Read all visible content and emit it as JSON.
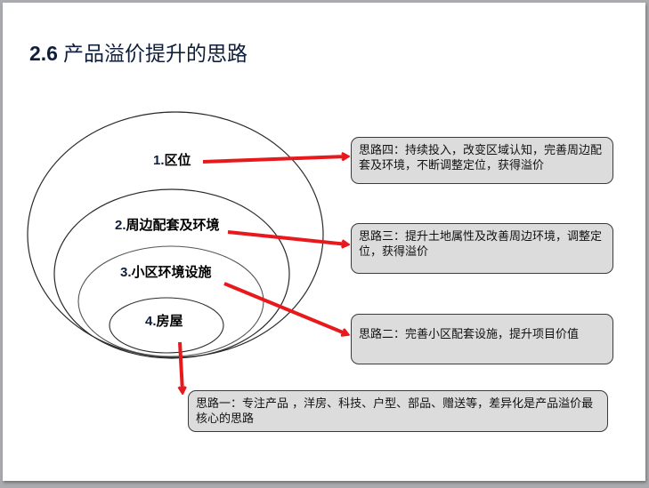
{
  "slide": {
    "title_number": "2.6",
    "title_text": "产品溢价提升的思路"
  },
  "levels": [
    {
      "number": "1.",
      "label": "区位"
    },
    {
      "number": "2.",
      "label": "周边配套及环境"
    },
    {
      "number": "3.",
      "label": "小区环境设施"
    },
    {
      "number": "4.",
      "label": "房屋"
    }
  ],
  "callouts": [
    {
      "id": "idea-4",
      "text": "思路四：持续投入，改变区域认知，完善周边配套及环境，不断调整定位，获得溢价"
    },
    {
      "id": "idea-3",
      "text": "思路三：提升土地属性及改善周边环境，调整定位，获得溢价"
    },
    {
      "id": "idea-2",
      "text": "思路二：完善小区配套设施，提升项目价值"
    },
    {
      "id": "idea-1",
      "text": "思路一：专注产品 ，洋房、科技、户型、部品、赠送等，差异化是产品溢价最核心的思路"
    }
  ],
  "colors": {
    "arrow": "#e8191c",
    "callout_fill": "#dcdcdc",
    "callout_border": "#3a3a3a",
    "title": "#0f1e3c",
    "frame": "#a9abae"
  }
}
